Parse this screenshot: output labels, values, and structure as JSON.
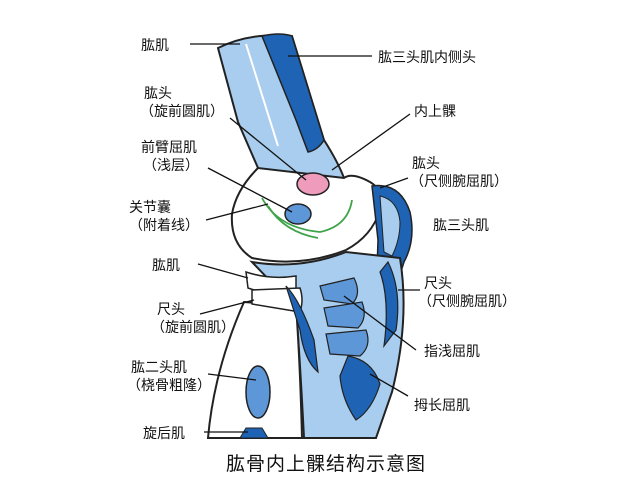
{
  "caption": "肱骨内上髁结构示意图",
  "labels": {
    "brachialis_top": "肱肌",
    "triceps_medial_head": "肱三头肌内侧头",
    "humeral_head_pronator_1": "肱头",
    "humeral_head_pronator_2": "（旋前圆肌）",
    "medial_epicondyle": "内上髁",
    "forearm_flexors_1": "前臂屈肌",
    "forearm_flexors_2": "（浅层）",
    "humeral_head_fcu_1": "肱头",
    "humeral_head_fcu_2": "（尺侧腕屈肌）",
    "joint_capsule_1": "关节囊",
    "joint_capsule_2": "（附着线）",
    "triceps": "肱三头肌",
    "brachialis_mid": "肱肌",
    "ulnar_head_fcu_1": "尺头",
    "ulnar_head_fcu_2": "（尺侧腕屈肌）",
    "ulnar_head_pronator_1": "尺头",
    "ulnar_head_pronator_2": "（旋前圆肌）",
    "fds": "指浅屈肌",
    "biceps_1": "肱二头肌",
    "biceps_2": "（桡骨粗隆）",
    "fpl": "拇长屈肌",
    "supinator": "旋后肌"
  },
  "colors": {
    "light_blue": "#a8cdef",
    "dark_blue": "#1f63b4",
    "mid_blue": "#5d97d8",
    "pink": "#ee9bbc",
    "green": "#3fa34a",
    "outline": "#222222"
  }
}
